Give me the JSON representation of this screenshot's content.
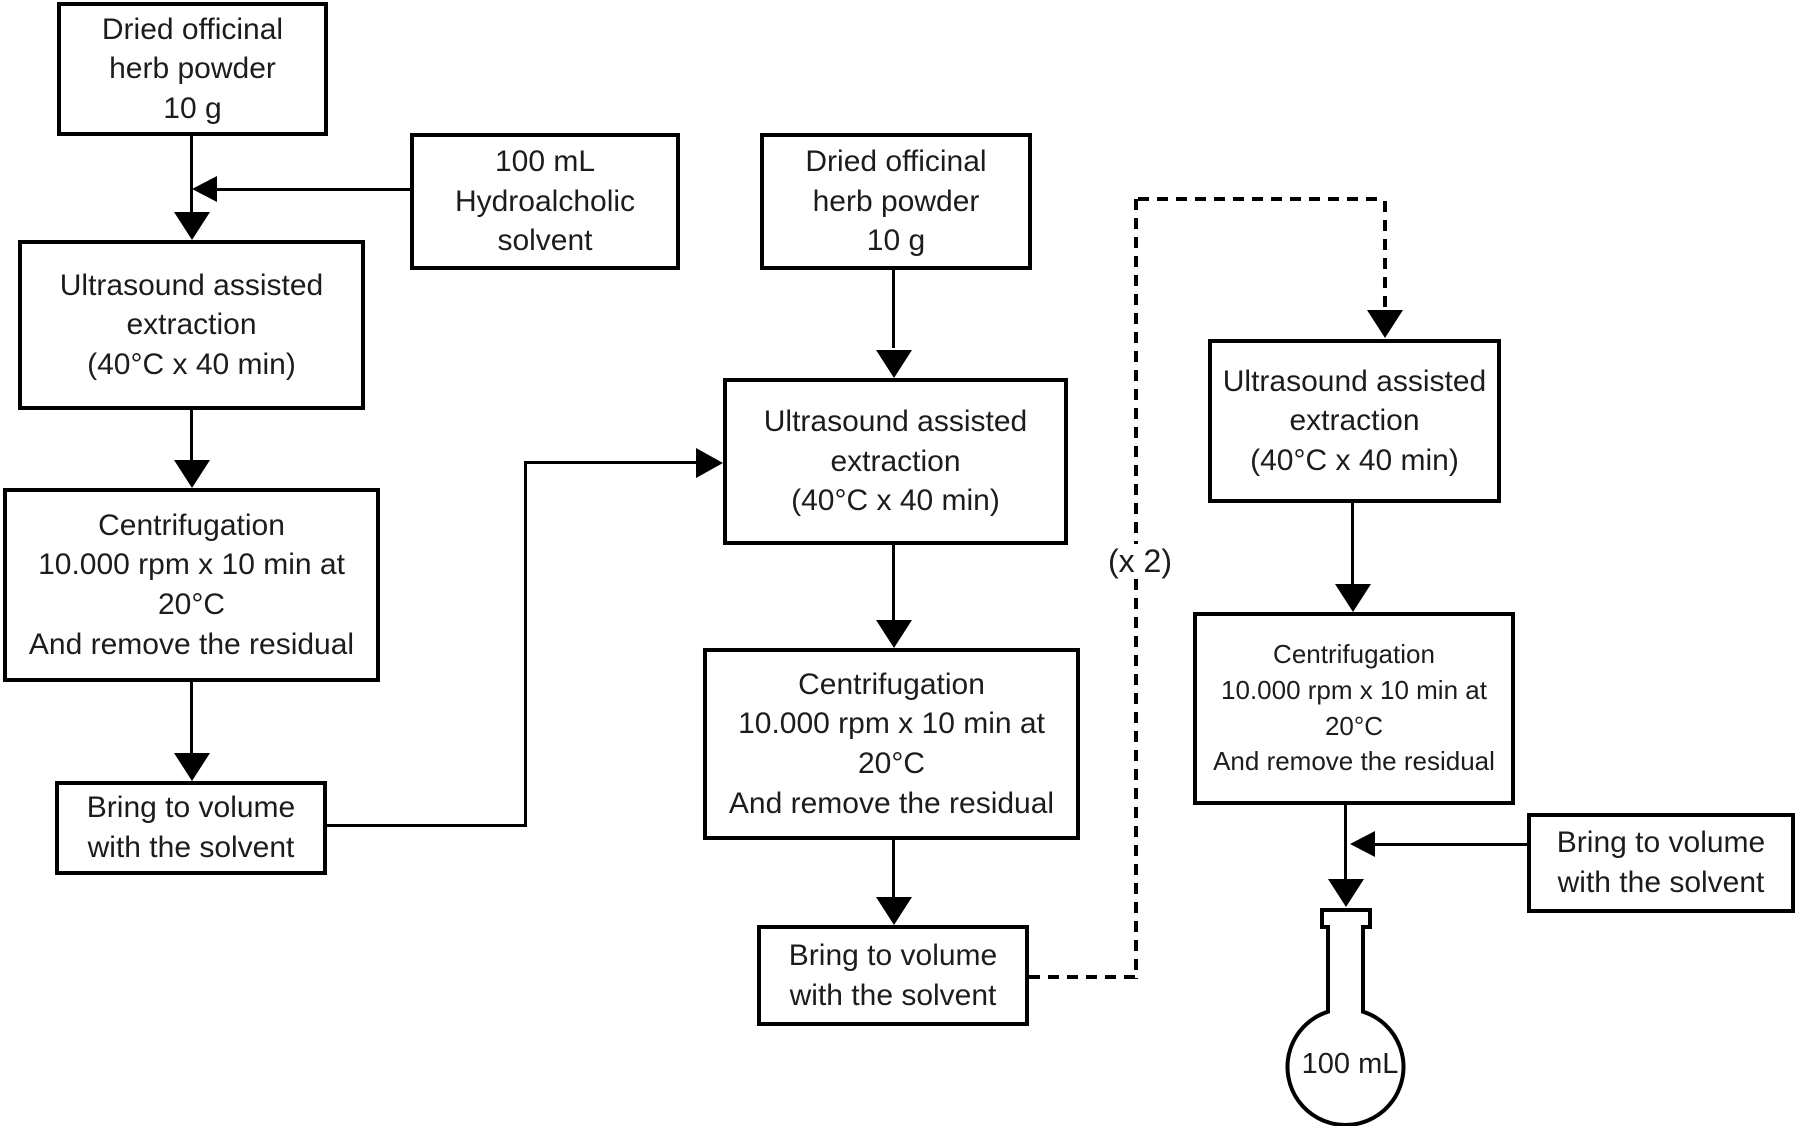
{
  "colors": {
    "ink": "#000000",
    "paper": "#ffffff"
  },
  "flowchart": {
    "col1": {
      "herb": "Dried officinal\nherb powder\n10 g",
      "solvent": "100 mL\nHydroalcholic\nsolvent",
      "extraction": "Ultrasound assisted\nextraction\n(40°C x 40 min)",
      "centrifugation": "Centrifugation\n10.000 rpm x 10 min at\n20°C\nAnd remove the residual",
      "bring_to_volume": "Bring to volume\nwith the solvent"
    },
    "col2": {
      "herb": "Dried officinal\nherb powder\n10 g",
      "extraction": "Ultrasound assisted\nextraction\n(40°C x 40 min)",
      "centrifugation": "Centrifugation\n10.000 rpm x 10 min at\n20°C\nAnd remove the residual",
      "bring_to_volume": "Bring to volume\nwith the solvent"
    },
    "col3": {
      "extraction": "Ultrasound assisted\nextraction\n(40°C x 40 min)",
      "centrifugation": "Centrifugation\n10.000 rpm x 10 min at\n20°C\nAnd remove the residual",
      "bring_to_volume": "Bring to volume\nwith the solvent",
      "flask_volume": "100 mL"
    },
    "repeat_label": "(x 2)"
  }
}
